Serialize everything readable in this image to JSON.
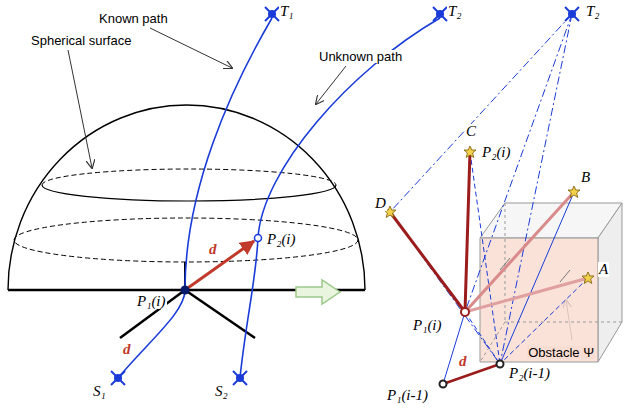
{
  "diagram": {
    "nodes": [
      {
        "text": [
          "Obstacle Ψ"
        ]
      }
    ],
    "labels": [
      "Known path",
      "Spherical surface",
      "T₁",
      "T₂",
      "Unknown path",
      "d",
      "P₂(i)",
      "P₁(i)",
      "d",
      "S₁",
      "S₂",
      "T₂",
      "C",
      "P₂(i)",
      "B",
      "D",
      "A",
      "P₁(i)",
      "d",
      "P₂(i-1)",
      "P₁(i-1)"
    ]
  }
}
